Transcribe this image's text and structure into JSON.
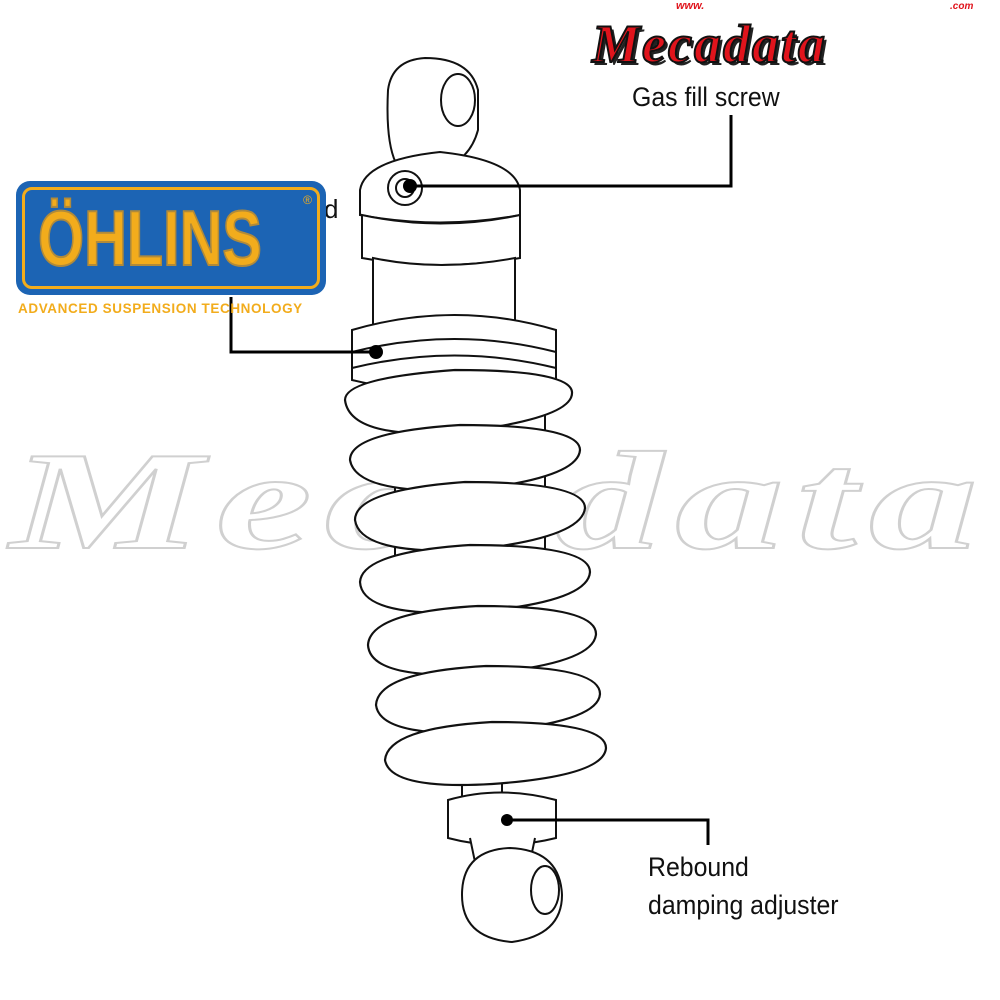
{
  "watermark": {
    "text": "Mecadata",
    "color": "#d8d8d8"
  },
  "brand_logo": {
    "name": "Mecadata",
    "prefix": "www.",
    "suffix": ".com",
    "color": "#e0141c"
  },
  "ohlins_logo": {
    "wordmark": "ÖHLINS",
    "registered": "®",
    "tagline": "ADVANCED SUSPENSION TECHNOLOGY",
    "colors": {
      "blue": "#1c64b4",
      "gold": "#f2ac1c"
    }
  },
  "callouts": {
    "gas_fill": "Gas fill screw",
    "rebound_line1": "Rebound",
    "rebound_line2": "damping adjuster",
    "hidden_fragment": "d"
  }
}
